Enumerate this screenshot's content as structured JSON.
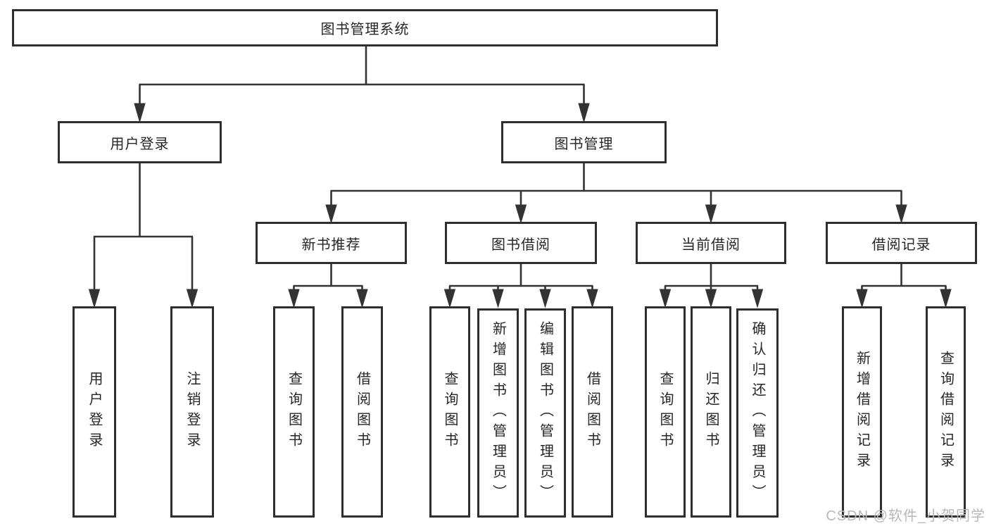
{
  "diagram": {
    "type": "tree",
    "title": "图书管理系统",
    "colors": {
      "line": "#333333",
      "box_border": "#2e2e2e",
      "box_bg": "#ffffff",
      "text": "#262626",
      "watermark": "#b8b8b8",
      "background": "#ffffff"
    },
    "nodes": {
      "root": {
        "label": "图书管理系统",
        "children": [
          "user_login",
          "book_mgmt"
        ]
      },
      "user_login": {
        "label": "用户登录",
        "children": [
          "leaf_user_login",
          "leaf_logout"
        ]
      },
      "book_mgmt": {
        "label": "图书管理",
        "children": [
          "new_book_rec",
          "book_borrow",
          "current_borrow",
          "borrow_records"
        ]
      },
      "new_book_rec": {
        "label": "新书推荐",
        "children": [
          "leaf_query_book_1",
          "leaf_borrow_book_1"
        ]
      },
      "book_borrow": {
        "label": "图书借阅",
        "children": [
          "leaf_query_book_2",
          "leaf_add_book",
          "leaf_edit_book",
          "leaf_borrow_book_2"
        ]
      },
      "current_borrow": {
        "label": "当前借阅",
        "children": [
          "leaf_query_book_3",
          "leaf_return_book",
          "leaf_confirm_return"
        ]
      },
      "borrow_records": {
        "label": "借阅记录",
        "children": [
          "leaf_add_record",
          "leaf_query_record"
        ]
      },
      "leaf_user_login": {
        "label": "用户登录"
      },
      "leaf_logout": {
        "label": "注销登录"
      },
      "leaf_query_book_1": {
        "label": "查询图书"
      },
      "leaf_borrow_book_1": {
        "label": "借阅图书"
      },
      "leaf_query_book_2": {
        "label": "查询图书"
      },
      "leaf_add_book": {
        "label": "新增图书（管理员）"
      },
      "leaf_edit_book": {
        "label": "编辑图书（管理员）"
      },
      "leaf_borrow_book_2": {
        "label": "借阅图书"
      },
      "leaf_query_book_3": {
        "label": "查询图书"
      },
      "leaf_return_book": {
        "label": "归还图书"
      },
      "leaf_confirm_return": {
        "label": "确认归还（管理员）"
      },
      "leaf_add_record": {
        "label": "新增借阅记录"
      },
      "leaf_query_record": {
        "label": "查询借阅记录"
      }
    },
    "watermark": "CSDN @软件_小贺同学"
  }
}
